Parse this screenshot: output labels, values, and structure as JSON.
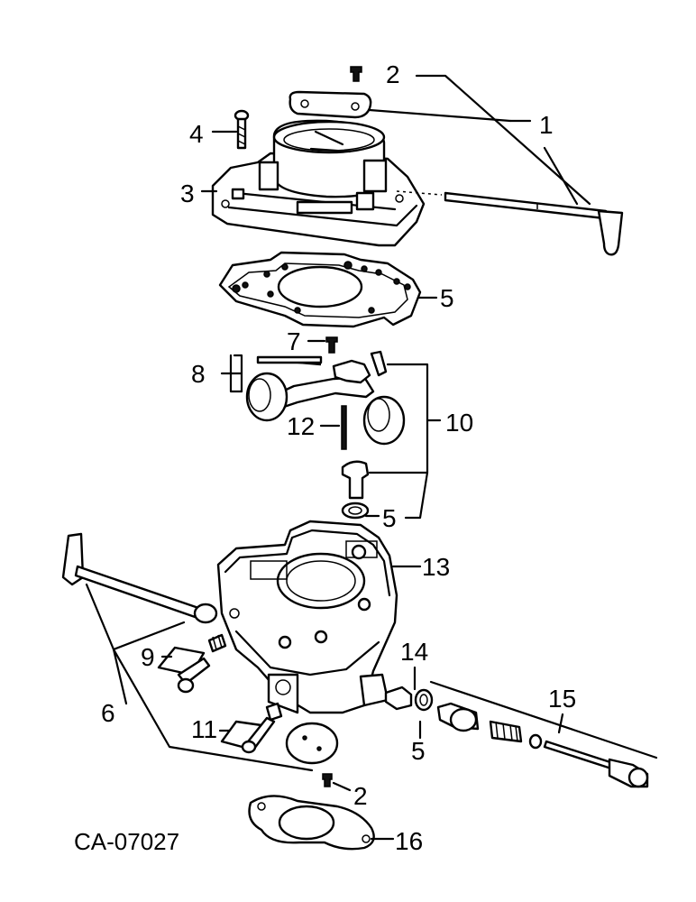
{
  "diagram": {
    "code": "CA-07027",
    "callouts": {
      "c1": "1",
      "c2a": "2",
      "c2b": "2",
      "c3": "3",
      "c4": "4",
      "c5a": "5",
      "c5b": "5",
      "c5c": "5",
      "c6": "6",
      "c7": "7",
      "c8": "8",
      "c9": "9",
      "c10": "10",
      "c11": "11",
      "c12": "12",
      "c13": "13",
      "c14": "14",
      "c15": "15",
      "c16": "16"
    }
  }
}
